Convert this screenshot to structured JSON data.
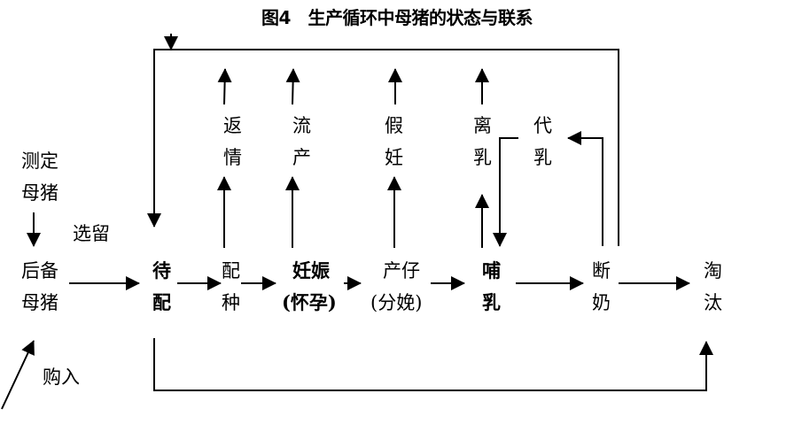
{
  "title": "图4　生产循环中母猪的状态与联系",
  "labels": {
    "measure": [
      "测定",
      "母猪"
    ],
    "select": "选留",
    "reserve": [
      "后备",
      "母猪"
    ],
    "purchase": "购入",
    "wait": [
      "待",
      "配"
    ],
    "breed": [
      "配",
      "种"
    ],
    "pregnant": [
      "妊娠",
      "(怀孕)"
    ],
    "farrow": [
      "产仔",
      "(分娩)"
    ],
    "nurse": [
      "哺",
      "乳"
    ],
    "wean": [
      "断",
      "奶"
    ],
    "cull": [
      "淘",
      "汰"
    ],
    "return_heat": [
      "返",
      "情"
    ],
    "abort": [
      "流",
      "产"
    ],
    "false_preg": [
      "假",
      "妊"
    ],
    "leave_milk": [
      "离",
      "乳"
    ],
    "foster": [
      "代",
      "乳"
    ]
  }
}
